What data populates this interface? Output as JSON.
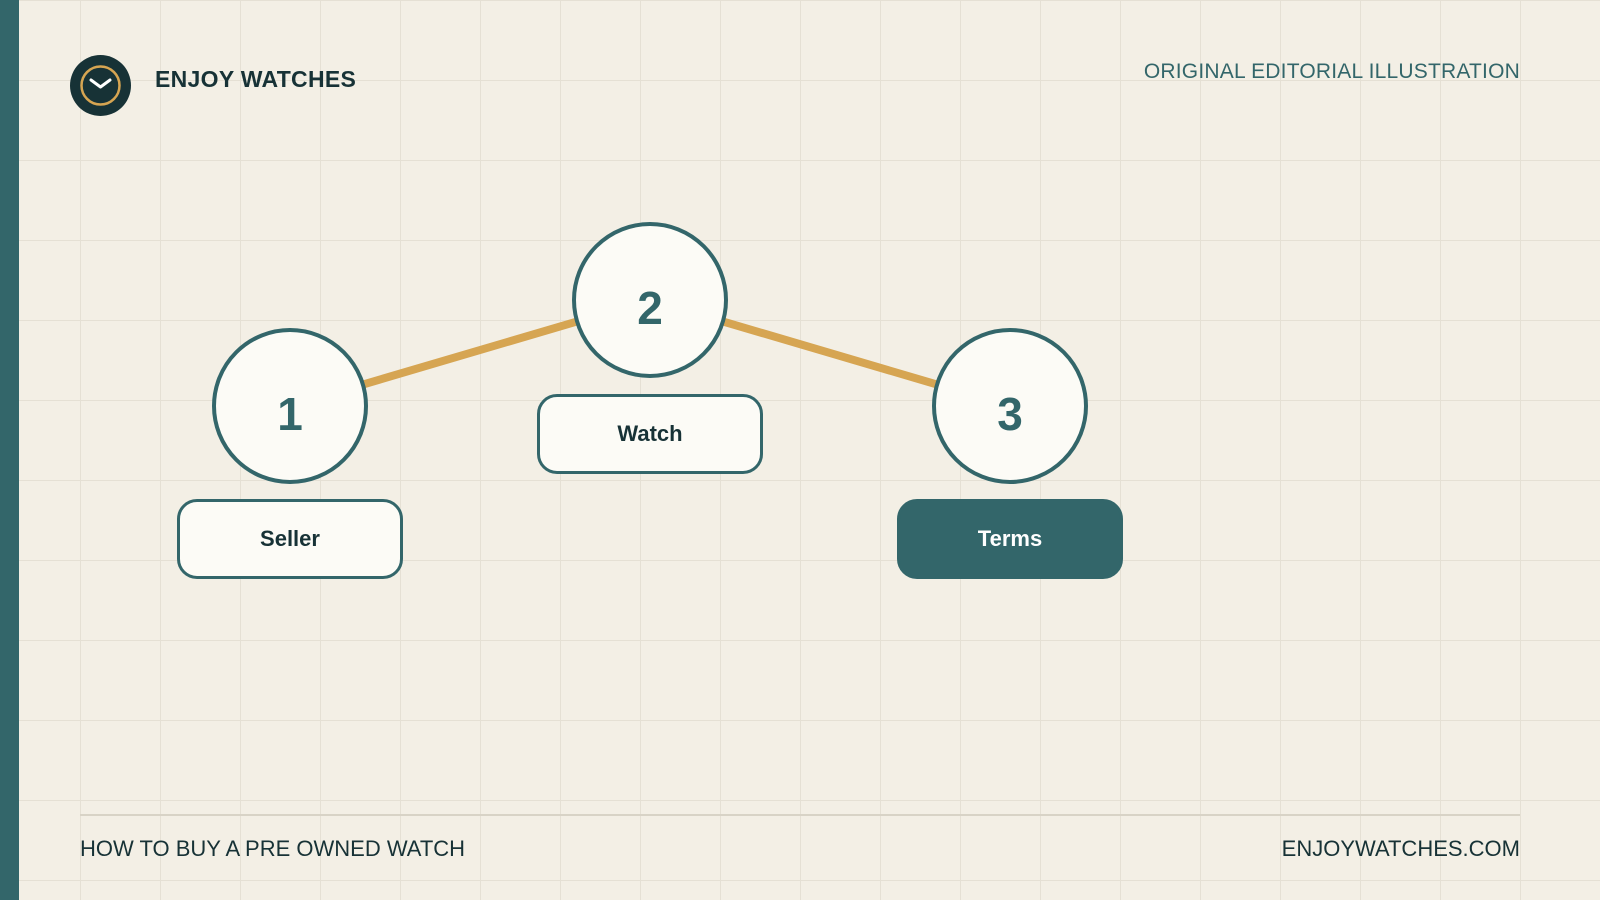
{
  "header": {
    "brand": "ENJOY WATCHES",
    "logo_icon": "watch-icon",
    "tagline": "ORIGINAL EDITORIAL ILLUSTRATION"
  },
  "steps": [
    {
      "number": "1",
      "label": "Seller",
      "active": false
    },
    {
      "number": "2",
      "label": "Watch",
      "active": false
    },
    {
      "number": "3",
      "label": "Terms",
      "active": true
    }
  ],
  "footer": {
    "left": "HOW TO BUY A PRE OWNED WATCH",
    "right": "ENJOYWATCHES.COM"
  },
  "colors": {
    "background": "#f3efe5",
    "teal": "#33666a",
    "dark": "#173236",
    "connector": "#d6a552",
    "node_fill": "#fcfbf6"
  }
}
